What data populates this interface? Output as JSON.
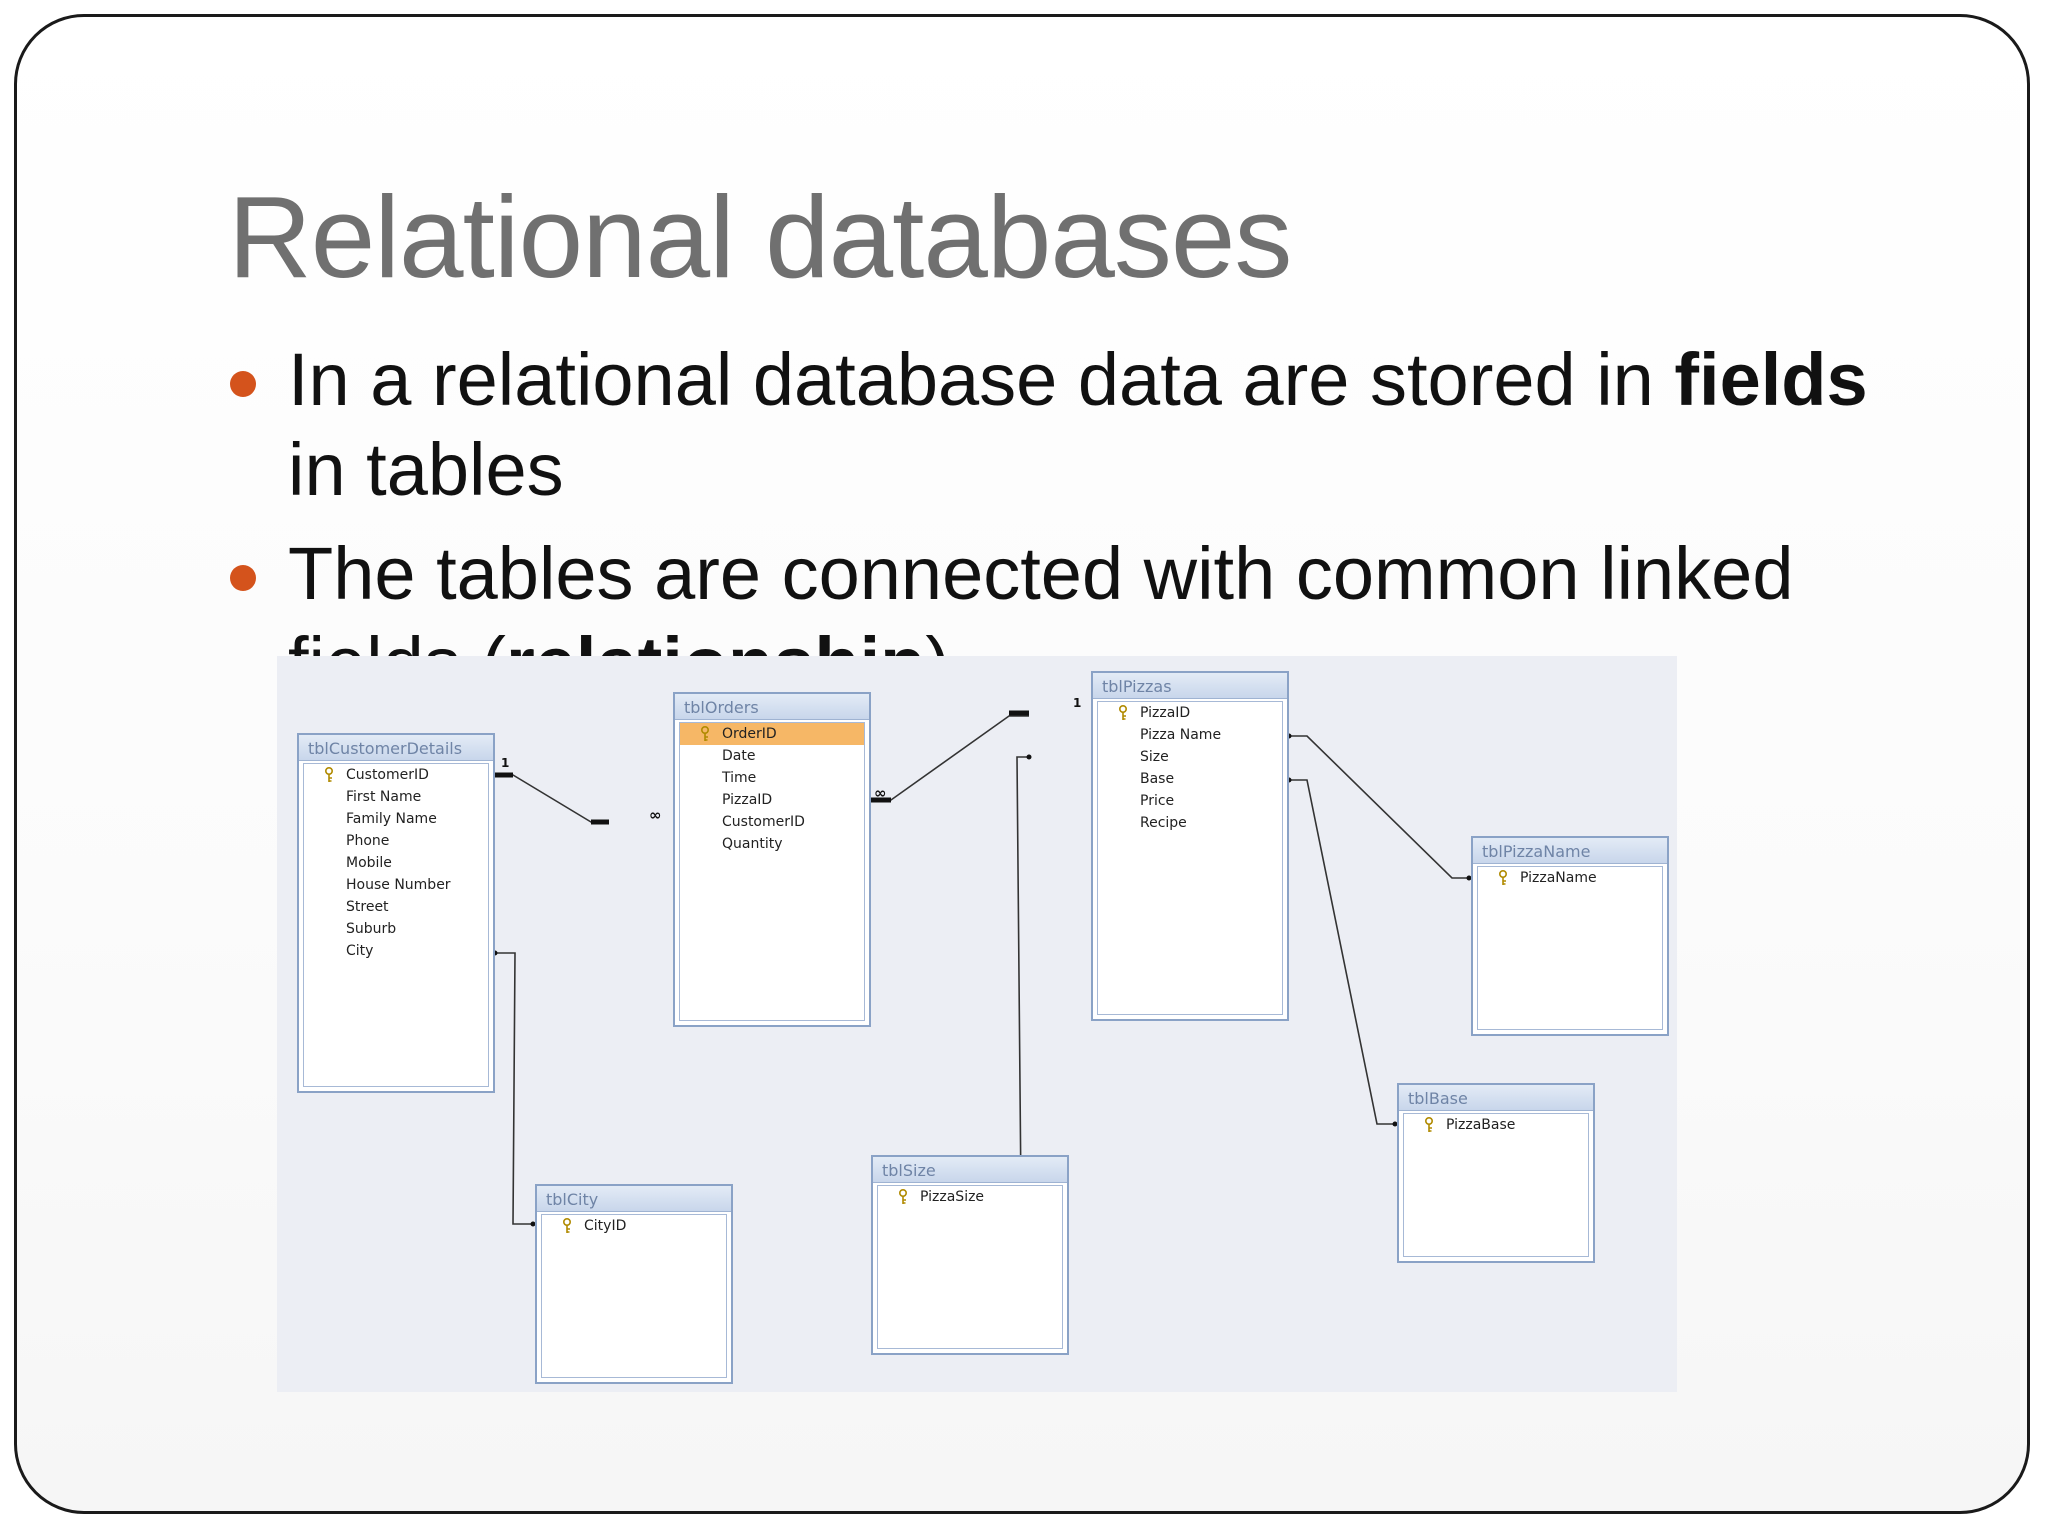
{
  "slide": {
    "title": "Relational databases",
    "bullets": [
      {
        "text_before": "In a relational database data are stored in ",
        "bold": "fields",
        "text_after": " in tables"
      },
      {
        "text_before": "The tables are connected with common linked fields (",
        "bold": "relationship",
        "text_after": ")"
      }
    ]
  },
  "diagram": {
    "tables": [
      {
        "name": "tblCustomerDetails",
        "fields": [
          "CustomerID",
          "First Name",
          "Family Name",
          "Phone",
          "Mobile",
          "House Number",
          "Street",
          "Suburb",
          "City"
        ]
      },
      {
        "name": "tblOrders",
        "fields": [
          "OrderID",
          "Date",
          "Time",
          "PizzaID",
          "CustomerID",
          "Quantity"
        ]
      },
      {
        "name": "tblPizzas",
        "fields": [
          "PizzaID",
          "Pizza Name",
          "Size",
          "Base",
          "Price",
          "Recipe"
        ]
      },
      {
        "name": "tblPizzaName",
        "fields": [
          "PizzaName"
        ]
      },
      {
        "name": "tblBase",
        "fields": [
          "PizzaBase"
        ]
      },
      {
        "name": "tblSize",
        "fields": [
          "PizzaSize"
        ]
      },
      {
        "name": "tblCity",
        "fields": [
          "CityID"
        ]
      }
    ],
    "cardinality": {
      "one": "1",
      "many": "∞"
    }
  }
}
